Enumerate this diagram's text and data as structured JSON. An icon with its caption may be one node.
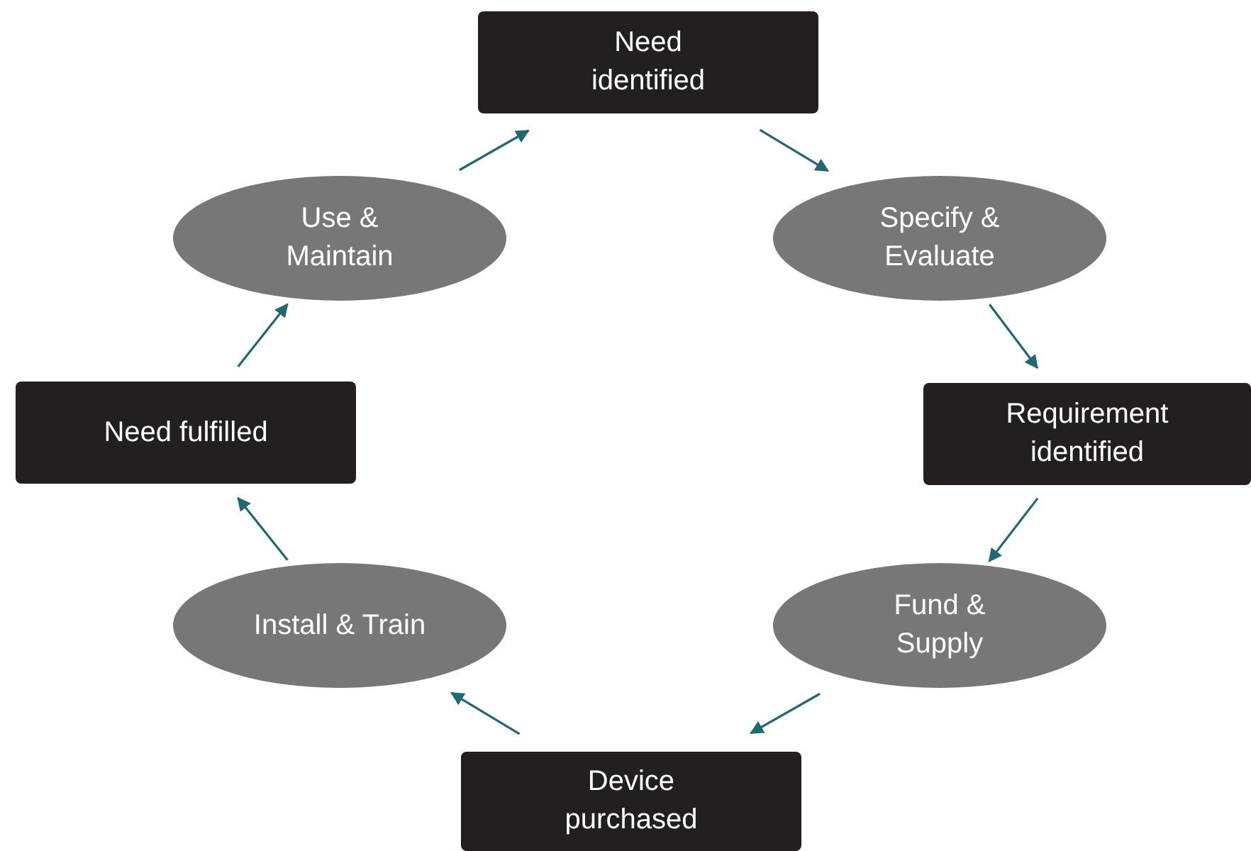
{
  "diagram": {
    "nodes": [
      {
        "text": [
          "Need identified"
        ]
      },
      {
        "text": [
          "Specify & Evaluate"
        ]
      },
      {
        "text": [
          "Requirement identified"
        ]
      },
      {
        "text": [
          "Fund & Supply"
        ]
      },
      {
        "text": [
          "Device purchased"
        ]
      },
      {
        "text": [
          "Install & Train"
        ]
      },
      {
        "text": [
          "Need fulfilled"
        ]
      },
      {
        "text": [
          "Use & Maintain"
        ]
      }
    ],
    "edges": [
      {
        "from": 0,
        "to": 1,
        "arrow": "to"
      },
      {
        "from": 1,
        "to": 2,
        "arrow": "to"
      },
      {
        "from": 2,
        "to": 3,
        "arrow": "to"
      },
      {
        "from": 3,
        "to": 4,
        "arrow": "to"
      },
      {
        "from": 4,
        "to": 5,
        "arrow": "to"
      },
      {
        "from": 5,
        "to": 6,
        "arrow": "to"
      },
      {
        "from": 6,
        "to": 7,
        "arrow": "to"
      },
      {
        "from": 7,
        "to": 0,
        "arrow": "to"
      }
    ]
  }
}
